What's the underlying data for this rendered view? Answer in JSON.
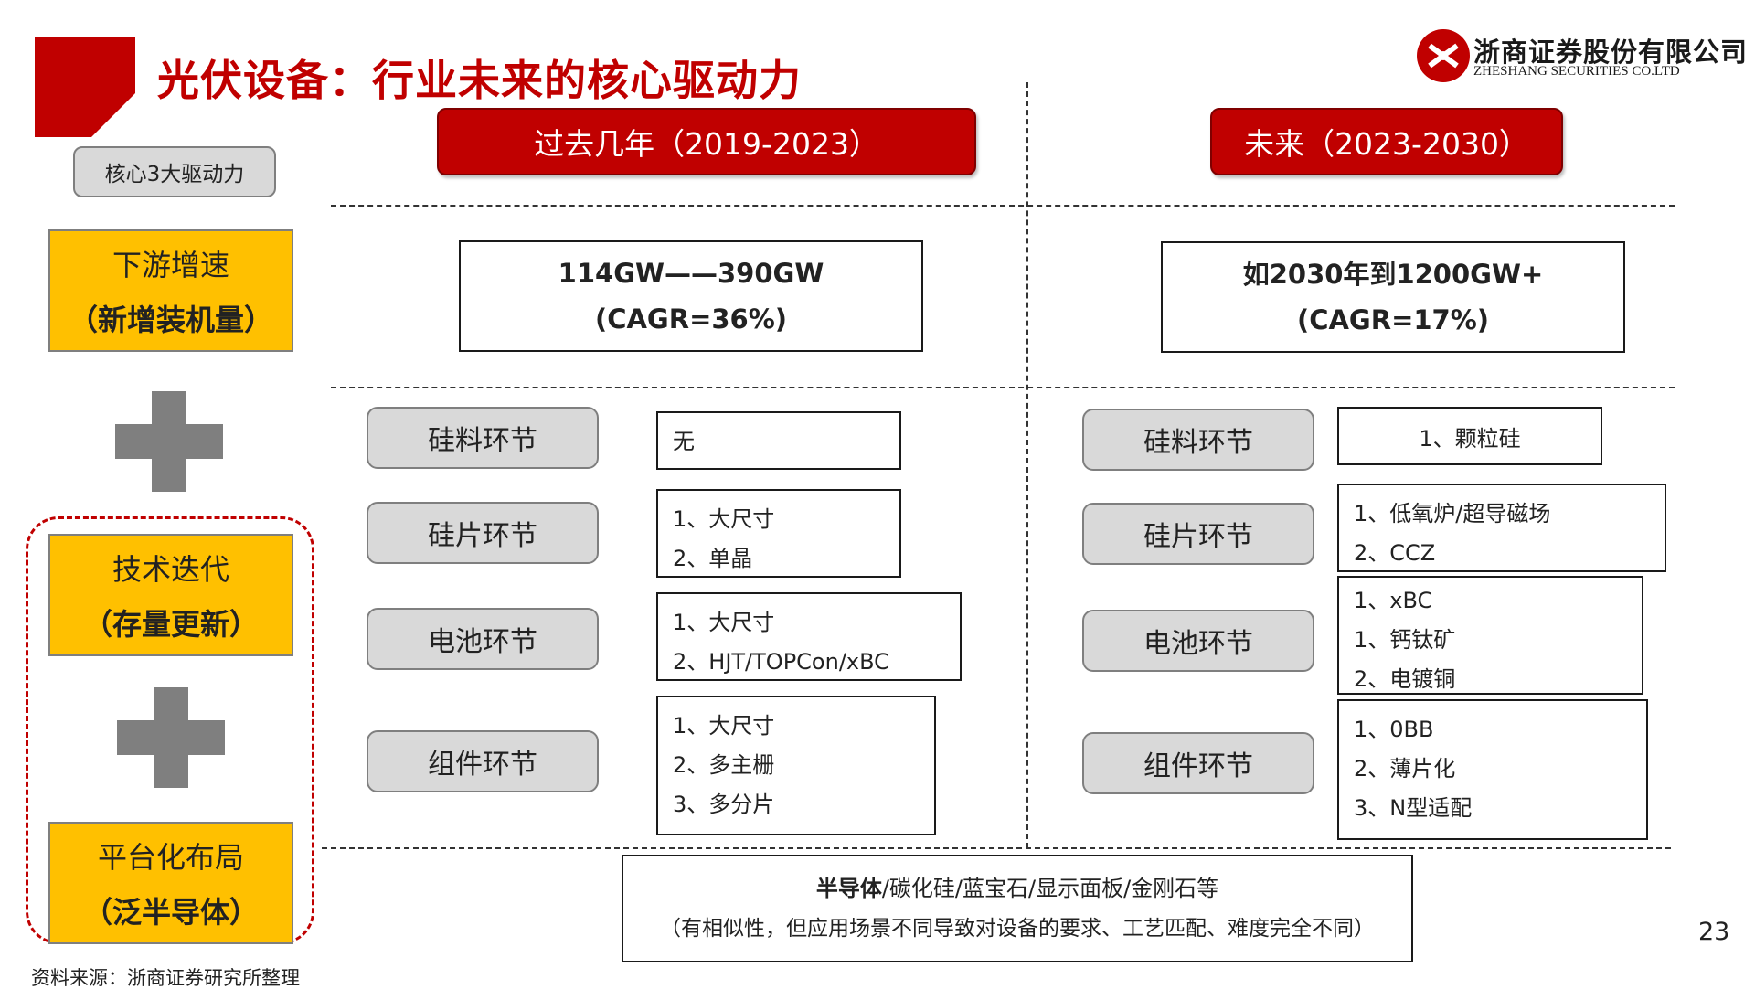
{
  "title": "光伏设备：行业未来的核心驱动力",
  "logo": {
    "name": "浙商证券股份有限公司",
    "en": "ZHESHANG SECURITIES CO.LTD"
  },
  "drivers_label": "核心3大驱动力",
  "drivers": [
    {
      "line1": "下游增速",
      "line2": "（新增装机量）"
    },
    {
      "line1": "技术迭代",
      "line2": "（存量更新）"
    },
    {
      "line1": "平台化布局",
      "line2": "（泛半导体）"
    }
  ],
  "past": {
    "header": "过去几年（2019-2023）",
    "growth_line1": "114GW——390GW",
    "growth_line2": "(CAGR=36%)",
    "stages": [
      {
        "label": "硅料环节",
        "items": [
          "无"
        ]
      },
      {
        "label": "硅片环节",
        "items": [
          "1、大尺寸",
          "2、单晶"
        ]
      },
      {
        "label": "电池环节",
        "items": [
          "1、大尺寸",
          "2、HJT/TOPCon/xBC"
        ]
      },
      {
        "label": "组件环节",
        "items": [
          "1、大尺寸",
          "2、多主栅",
          "3、多分片"
        ]
      }
    ]
  },
  "future": {
    "header": "未来（2023-2030）",
    "growth_line1": "如2030年到1200GW+",
    "growth_line2": "(CAGR=17%)",
    "stages": [
      {
        "label": "硅料环节",
        "items": [
          "1、颗粒硅"
        ]
      },
      {
        "label": "硅片环节",
        "items": [
          "1、低氧炉/超导磁场",
          "2、CCZ"
        ]
      },
      {
        "label": "电池环节",
        "items": [
          "1、xBC",
          "1、钙钛矿",
          "2、电镀铜"
        ]
      },
      {
        "label": "组件环节",
        "items": [
          "1、0BB",
          "2、薄片化",
          "3、N型适配"
        ]
      }
    ]
  },
  "bottom": {
    "bold": "半导体",
    "rest": "/碳化硅/蓝宝石/显示面板/金刚石等",
    "note": "（有相似性，但应用场景不同导致对设备的要求、工艺匹配、难度完全不同）"
  },
  "page_number": "23",
  "source": "资料来源：浙商证券研究所整理",
  "colors": {
    "accent_red": "#c00000",
    "driver_yellow": "#ffc000",
    "pill_gray": "#d9d9d9",
    "plus_gray": "#7f7f7f"
  }
}
